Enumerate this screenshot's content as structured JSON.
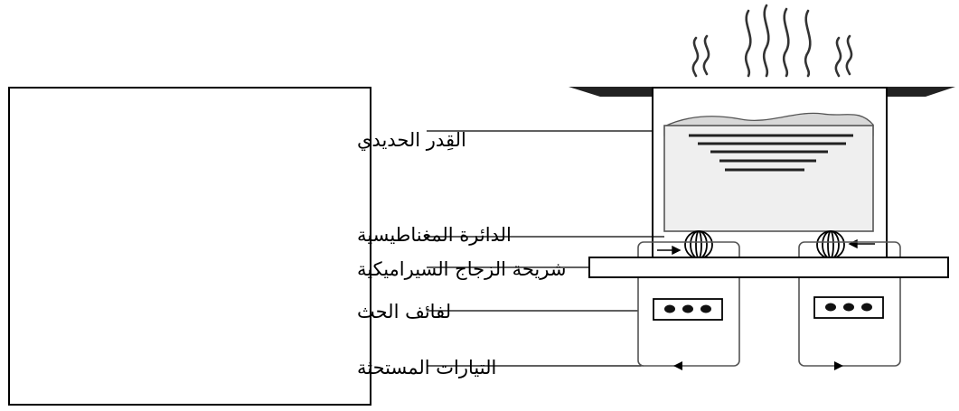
{
  "labels": {
    "pot": "القِدر الحديدي",
    "magnetic_circuit": "الدائرة المغناطيسية",
    "ceramic_glass": "شريحة الزجاج السيراميكية",
    "induction_coils": "لفائف الحث",
    "induced_currents": "التيارات المستحثة"
  },
  "colors": {
    "stroke": "#000000",
    "food_fill": "#d8d8d8",
    "liquid_fill": "#efefef",
    "handle_fill": "#222222"
  }
}
